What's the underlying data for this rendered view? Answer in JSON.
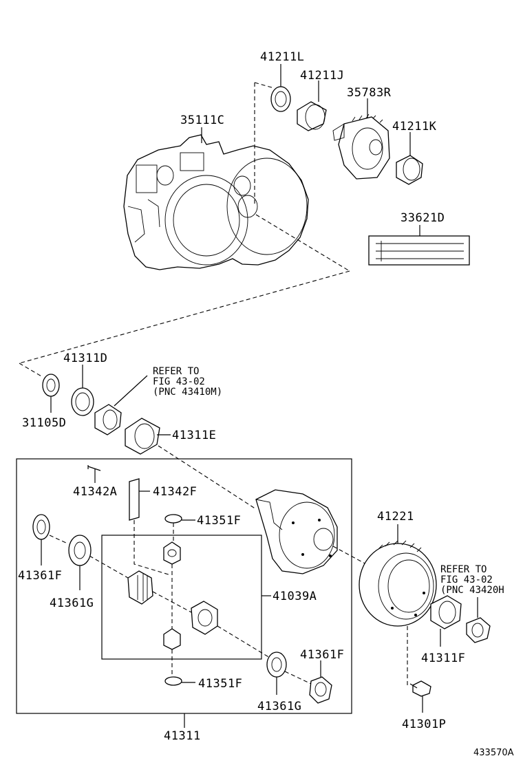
{
  "parts": {
    "p41211L": "41211L",
    "p41211J": "41211J",
    "p35783R": "35783R",
    "p35111C": "35111C",
    "p41211K": "41211K",
    "p33621D": "33621D",
    "p41311D": "41311D",
    "p31105D": "31105D",
    "p41311E": "41311E",
    "p41342A": "41342A",
    "p41342F": "41342F",
    "p41351F_top": "41351F",
    "p41361F_left": "41361F",
    "p41361G_left": "41361G",
    "p41039A": "41039A",
    "p41361F_right": "41361F",
    "p41351F_bottom": "41351F",
    "p41361G_right": "41361G",
    "p41311": "41311",
    "p41221": "41221",
    "p41311F": "41311F",
    "p41301P": "41301P"
  },
  "refer_notes": {
    "upper": {
      "line1": "REFER TO",
      "line2": "FIG 43-02",
      "line3": "(PNC 43410M)"
    },
    "right": {
      "line1": "REFER TO",
      "line2": "FIG 43-02",
      "line3": "(PNC 43420H"
    }
  },
  "figure_number": "433570A"
}
